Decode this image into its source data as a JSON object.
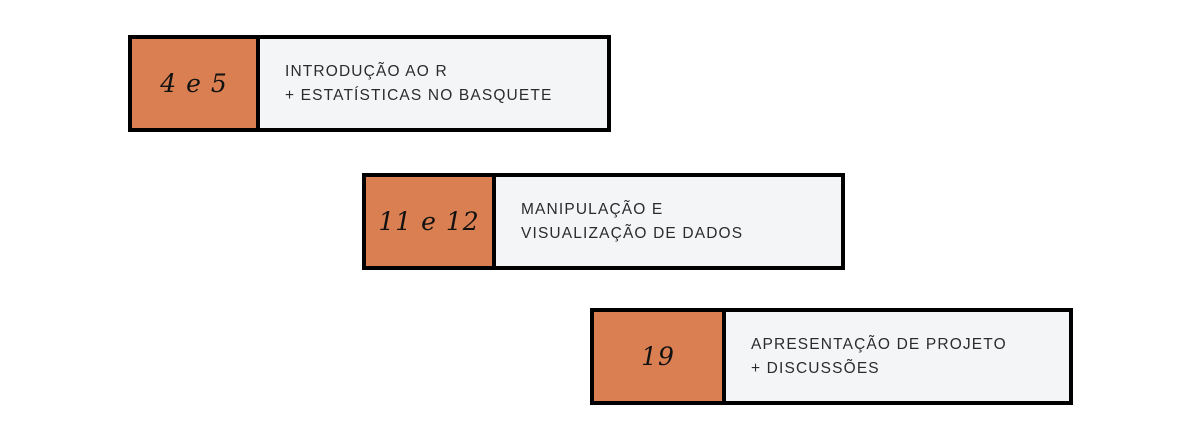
{
  "diagram": {
    "type": "staggered-schedule-bars",
    "colors": {
      "accent_orange": "#d97f51",
      "panel_background": "#f4f5f7",
      "border": "#000000",
      "text": "#2b2b2b",
      "page_background": "#ffffff"
    },
    "rows": [
      {
        "number_label": "4 e 5",
        "title_lines": [
          "INTRODUÇÃO AO R",
          "+  ESTATÍSTICAS NO BASQUETE"
        ]
      },
      {
        "number_label": "11 e 12",
        "title_lines": [
          "MANIPULAÇÃO E",
          "VISUALIZAÇÃO DE DADOS"
        ]
      },
      {
        "number_label": "19",
        "title_lines": [
          "APRESENTAÇÃO DE PROJETO",
          "+ DISCUSSÕES"
        ]
      }
    ]
  }
}
